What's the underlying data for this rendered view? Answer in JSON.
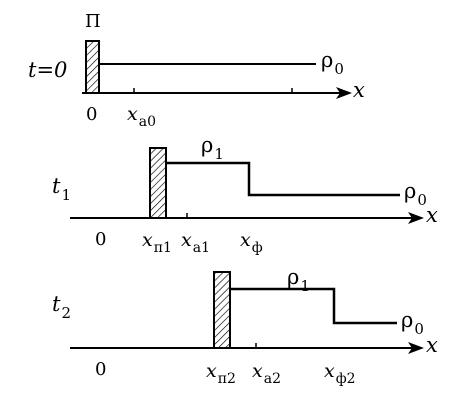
{
  "panels": [
    {
      "time_label": "t=0",
      "piston_label": "П",
      "rho_label": "ρ0",
      "x_label": "x",
      "origin_label": "0",
      "marker_labels": [
        "xa0"
      ]
    },
    {
      "time_label": "t1",
      "rho_high_label": "ρ1",
      "rho_low_label": "ρ0",
      "x_label": "x",
      "origin_label": "0",
      "marker_labels": [
        "xп1",
        "xa1",
        "xф"
      ]
    },
    {
      "time_label": "t2",
      "rho_high_label": "ρ1",
      "rho_low_label": "ρ0",
      "x_label": "x",
      "origin_label": "0",
      "marker_labels": [
        "xп2",
        "xa2",
        "xф2"
      ]
    }
  ],
  "colors": {
    "ink": "#000000",
    "background": "#ffffff"
  }
}
